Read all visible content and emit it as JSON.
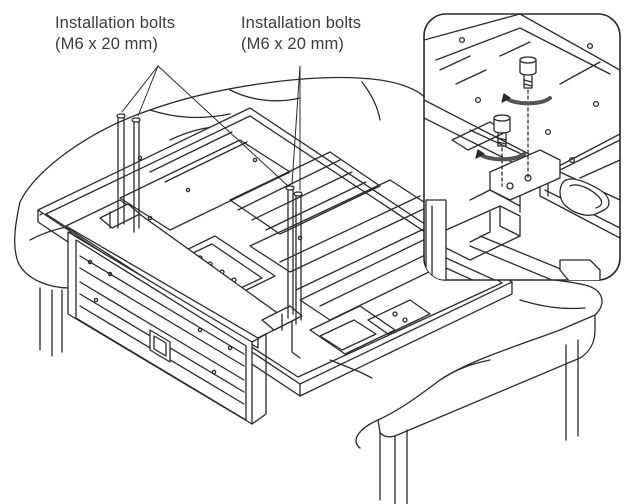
{
  "callouts": [
    {
      "label": "Installation bolts",
      "spec": "(M6 x 20 mm)"
    },
    {
      "label": "Installation bolts",
      "spec": "(M6 x 20 mm)"
    }
  ],
  "colors": {
    "line": "#2b2b2b",
    "shade": "#d9d9d9",
    "background": "#ffffff"
  }
}
